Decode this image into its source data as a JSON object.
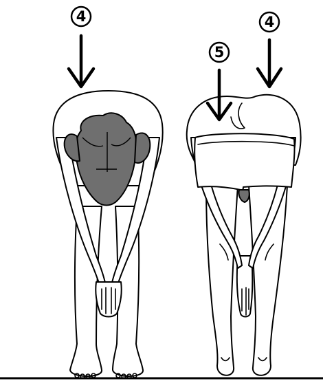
{
  "figure": {
    "front_figure_marker": "④",
    "back_figure_marker_left": "⑤",
    "back_figure_marker_right": "④"
  }
}
